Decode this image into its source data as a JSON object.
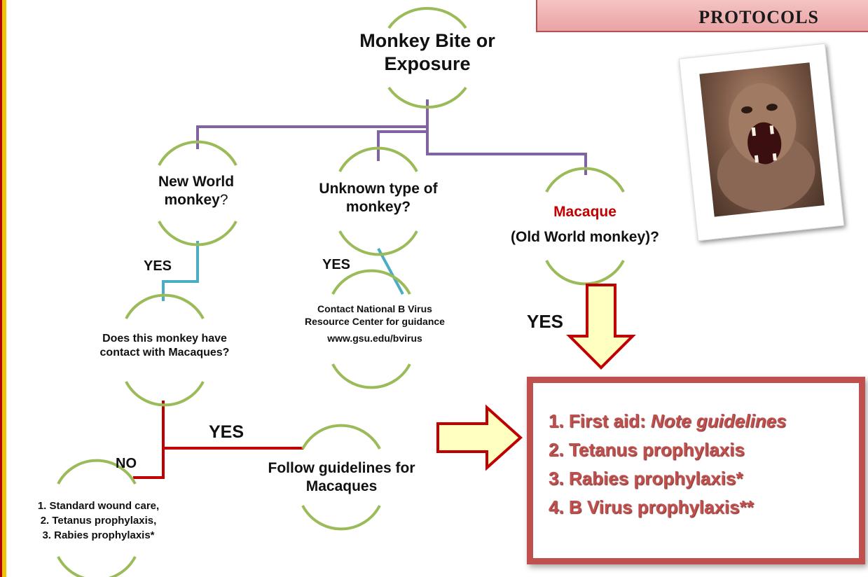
{
  "header": {
    "title": "PROTOCOLS"
  },
  "root": {
    "line1": "Monkey Bite or",
    "line2": "Exposure"
  },
  "branches": {
    "new_world": {
      "line1": "New World",
      "line2_bold": "monkey",
      "line2_suffix": "?"
    },
    "unknown": {
      "line1": "Unknown type of",
      "line2": "monkey?"
    },
    "macaque": {
      "line1": "Macaque",
      "line2": "(Old World monkey)?"
    }
  },
  "labels": {
    "yes_new_world": "YES",
    "yes_unknown": "YES",
    "yes_macaque": "YES",
    "yes_contact": "YES",
    "no_contact": "NO"
  },
  "contact_question": {
    "line1": "Does this monkey have",
    "line2": "contact with Macaques?"
  },
  "bvirus_center": {
    "line1": "Contact National B Virus",
    "line2": "Resource Center for guidance",
    "url": "www.gsu.edu/bvirus"
  },
  "follow_guidelines": {
    "line1": "Follow guidelines for",
    "line2": "Macaques"
  },
  "standard_care": [
    "1.  Standard wound care,",
    "2. Tetanus prophylaxis,",
    "3. Rabies prophylaxis*"
  ],
  "macaque_protocol": {
    "item1_prefix": "1. First aid: ",
    "item1_italic": "Note guidelines",
    "item2": "2. Tetanus prophylaxis",
    "item3": "3. Rabies prophylaxis*",
    "item4": "4. B Virus prophylaxis**"
  },
  "colors": {
    "node_arc": "#9bbb59",
    "tree_line": "#8064a2",
    "yes_line": "#4bacc6",
    "no_line": "#c00000",
    "highlight": "#c0504d",
    "arrow_fill": "#ffffc0"
  }
}
